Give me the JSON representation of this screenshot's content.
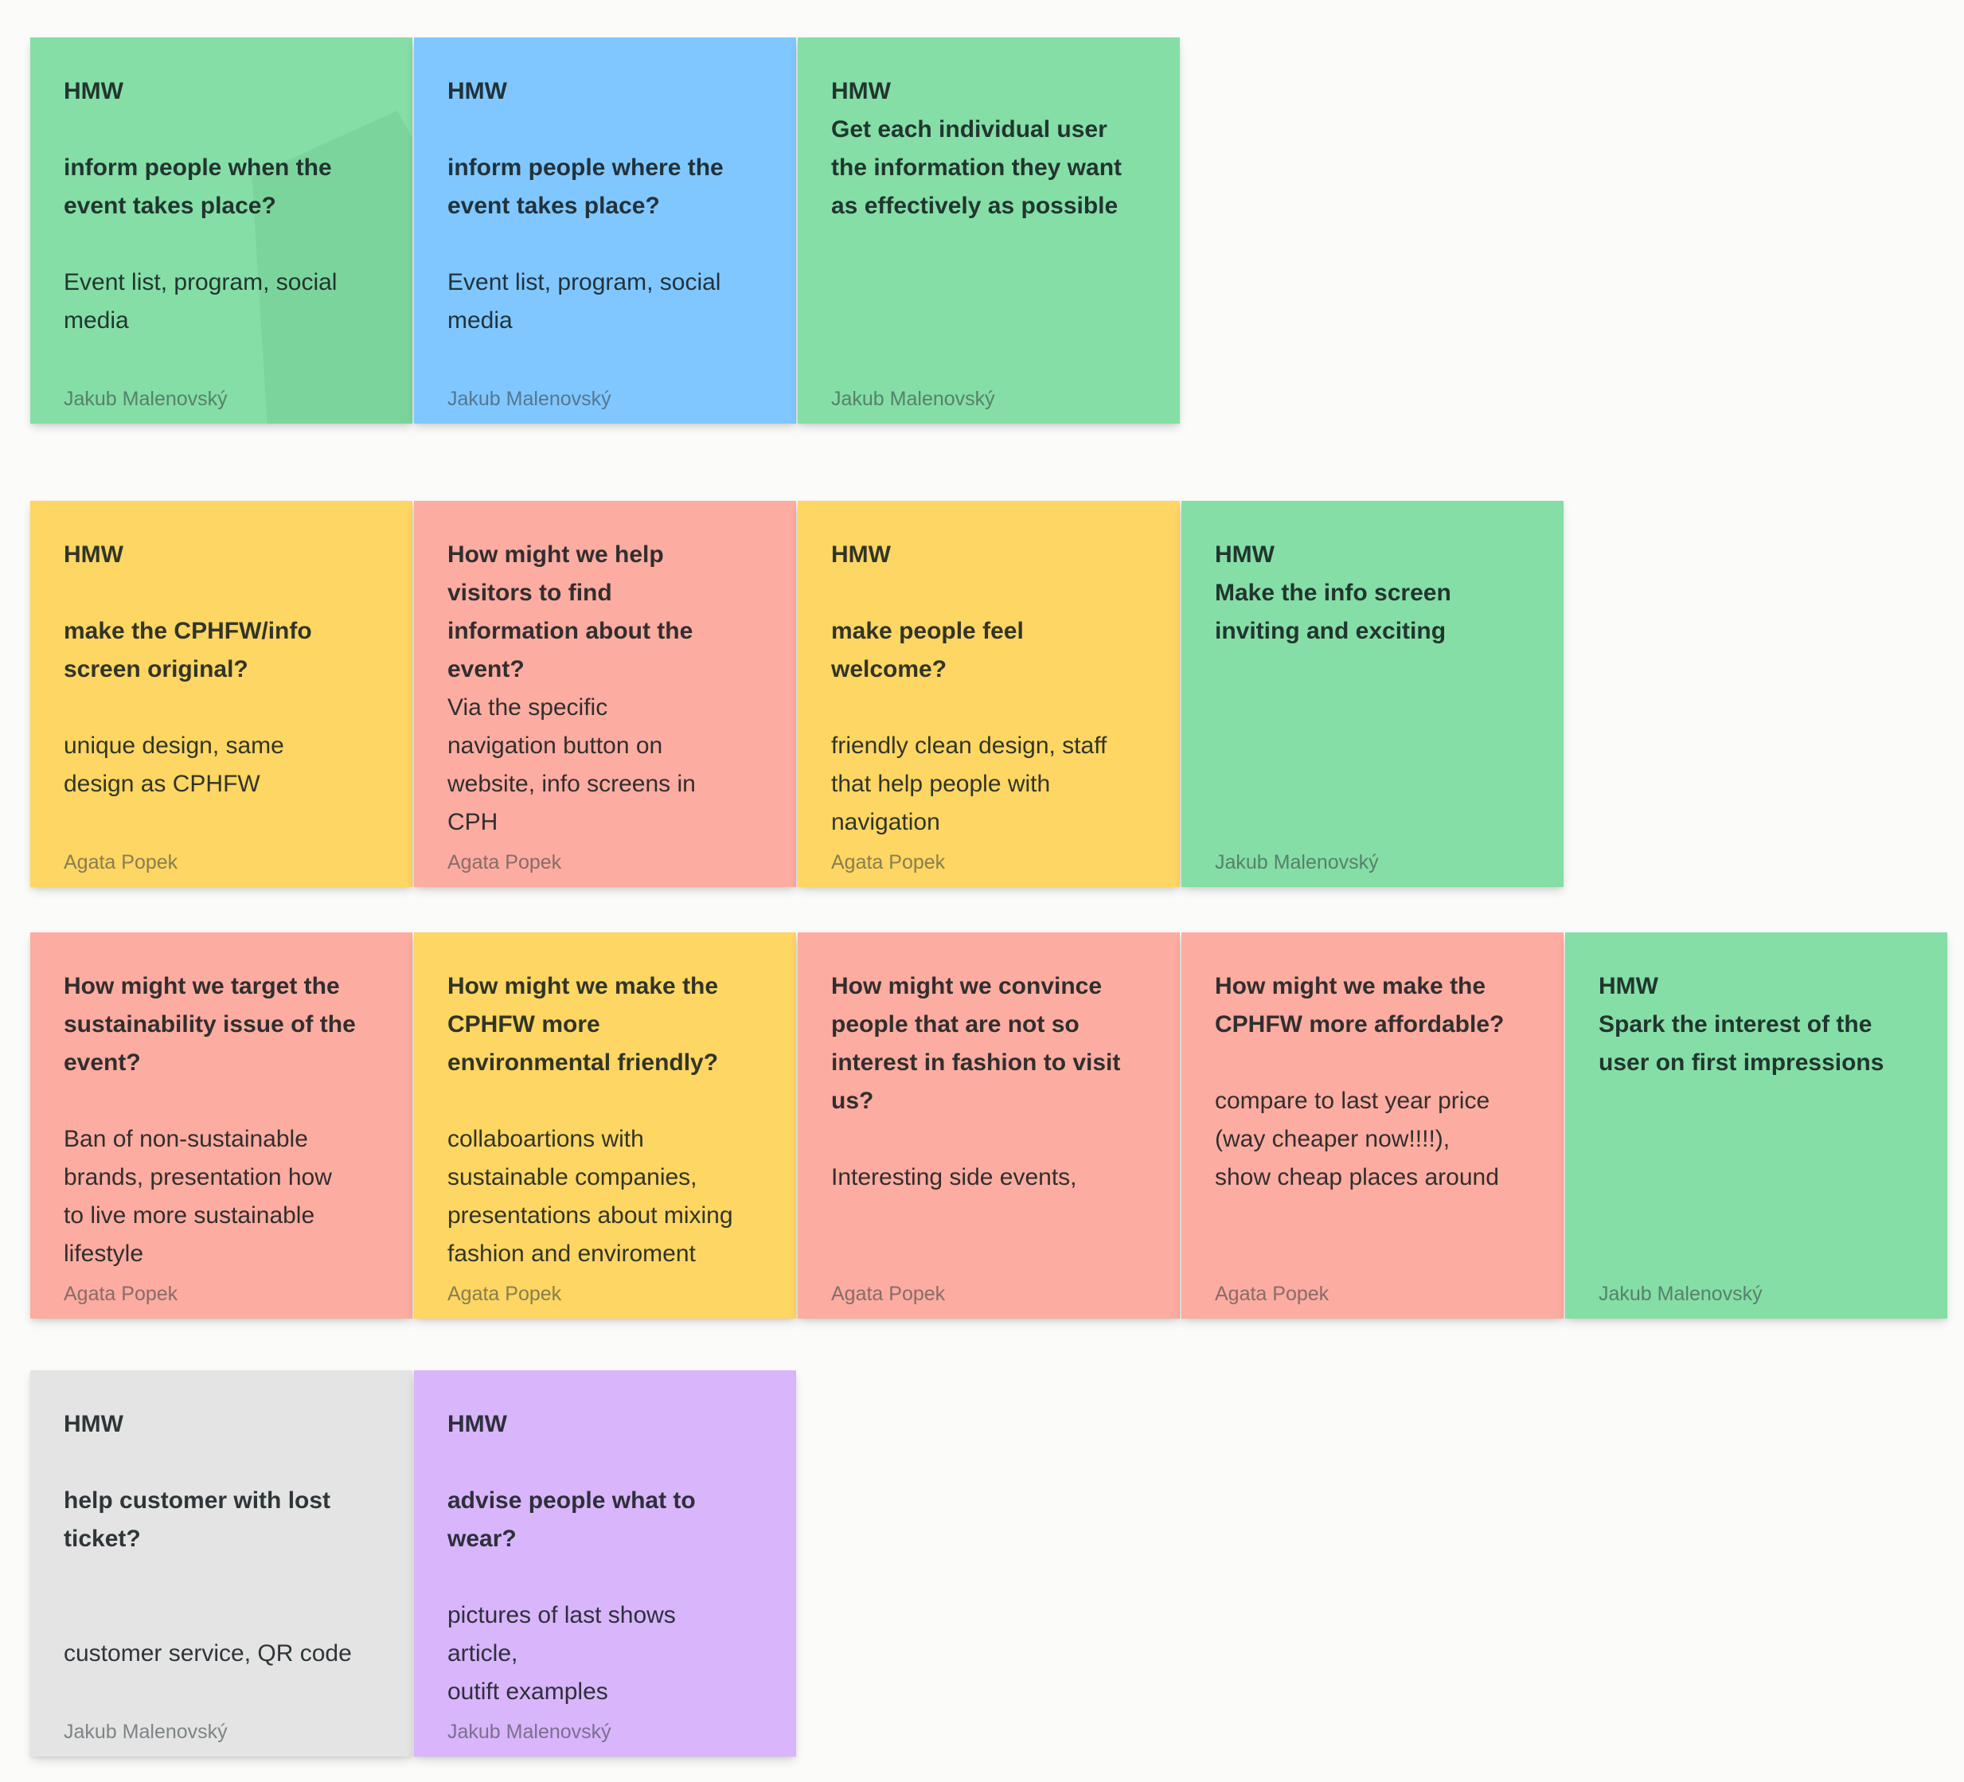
{
  "board": {
    "app": "sticky-note whiteboard",
    "colors": {
      "green": "#85DEA6",
      "blue": "#80C7FF",
      "yellow": "#FDD663",
      "salmon": "#FCACA0",
      "gray": "#E4E4E4",
      "purple": "#D9B5FB"
    },
    "rows": [
      {
        "notes": [
          {
            "color": "green",
            "hmw": "HMW",
            "question": "inform people when the\nevent takes place?",
            "answer": "Event list, program, social\nmedia",
            "author": "Jakub Malenovský"
          },
          {
            "color": "blue",
            "hmw": "HMW",
            "question": "inform people where the\nevent takes place?",
            "answer": "Event list, program, social\nmedia",
            "author": "Jakub Malenovský"
          },
          {
            "color": "green",
            "hmw": "HMW",
            "question": "Get each individual user\nthe information they want\nas effectively as possible",
            "answer": "",
            "author": "Jakub Malenovský"
          }
        ]
      },
      {
        "notes": [
          {
            "color": "yellow",
            "hmw": "HMW",
            "question": "make the CPHFW/info\nscreen original?",
            "answer": "unique design, same\ndesign as CPHFW",
            "author": "Agata Popek"
          },
          {
            "color": "salmon",
            "hmw": "",
            "question": "How might we help\nvisitors to find\ninformation about the\nevent?",
            "answer": "Via the specific\nnavigation button on\nwebsite, info screens in\nCPH",
            "author": "Agata Popek"
          },
          {
            "color": "yellow",
            "hmw": "HMW",
            "question": "make people feel\nwelcome?",
            "answer": "friendly clean design, staff\nthat help people with\nnavigation",
            "author": "Agata Popek"
          },
          {
            "color": "green",
            "hmw": "HMW",
            "question": "Make the info screen\ninviting and exciting",
            "answer": "",
            "author": "Jakub Malenovský"
          }
        ]
      },
      {
        "notes": [
          {
            "color": "salmon",
            "hmw": "",
            "question": "How might we target the\nsustainability issue of the\nevent?",
            "answer": "Ban of non-sustainable\nbrands, presentation how\nto live more sustainable\nlifestyle",
            "author": "Agata Popek"
          },
          {
            "color": "yellow",
            "hmw": "",
            "question": "How might we make the\nCPHFW more\nenvironmental friendly?",
            "answer": "collaboartions with\nsustainable companies,\npresentations about mixing\nfashion and enviroment",
            "author": "Agata Popek"
          },
          {
            "color": "salmon",
            "hmw": "",
            "question": "How might we convince\npeople that are not so\ninterest in fashion to visit\nus?",
            "answer": "Interesting side events,",
            "author": "Agata Popek"
          },
          {
            "color": "salmon",
            "hmw": "",
            "question": "How might we make the\nCPHFW more affordable?",
            "answer": "compare to last year price\n(way cheaper now!!!!),\nshow cheap places around",
            "author": "Agata Popek"
          },
          {
            "color": "green",
            "hmw": "HMW",
            "question": "Spark the interest of the\nuser on first impressions",
            "answer": "",
            "author": "Jakub Malenovský"
          }
        ]
      },
      {
        "notes": [
          {
            "color": "gray",
            "hmw": "HMW",
            "question": "help customer with lost\nticket?",
            "answer": "customer service, QR code",
            "author": "Jakub Malenovský"
          },
          {
            "color": "purple",
            "hmw": "HMW",
            "question": "advise people what to\nwear?",
            "answer": "pictures of last shows\narticle,\noutift examples",
            "author": "Jakub Malenovský"
          }
        ]
      }
    ]
  }
}
